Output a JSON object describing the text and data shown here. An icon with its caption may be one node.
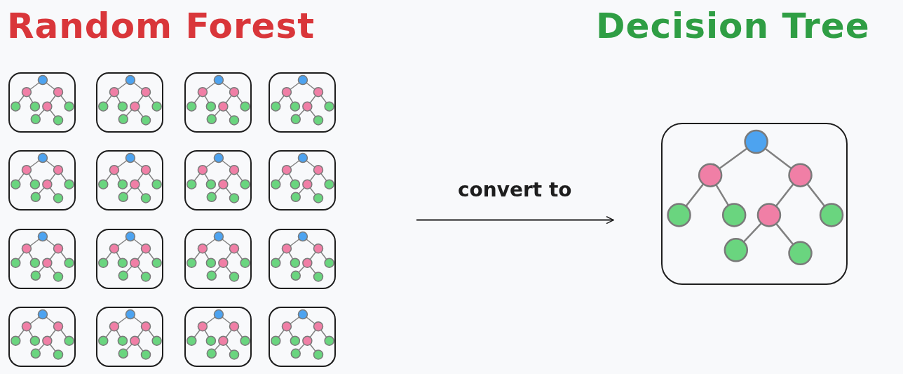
{
  "diagram": {
    "nodes": [
      {
        "text": [],
        "shape": "box"
      },
      {
        "text": [],
        "shape": "box"
      },
      {
        "text": [],
        "shape": "box"
      },
      {
        "text": [],
        "shape": "box"
      },
      {
        "text": [],
        "shape": "box"
      },
      {
        "text": [],
        "shape": "box"
      },
      {
        "text": [],
        "shape": "box"
      },
      {
        "text": [],
        "shape": "box"
      },
      {
        "text": [],
        "shape": "box"
      },
      {
        "text": [],
        "shape": "box"
      },
      {
        "text": [],
        "shape": "box"
      },
      {
        "text": [],
        "shape": "box"
      },
      {
        "text": [],
        "shape": "box"
      },
      {
        "text": [],
        "shape": "box"
      },
      {
        "text": [],
        "shape": "box"
      },
      {
        "text": [],
        "shape": "box"
      },
      {
        "text": [],
        "shape": "box"
      }
    ],
    "edges": [
      {
        "from": null,
        "to": 16,
        "arrow": "to",
        "label": "convert to"
      }
    ],
    "labels": [
      "Random Forest",
      "Decision Tree"
    ]
  }
}
